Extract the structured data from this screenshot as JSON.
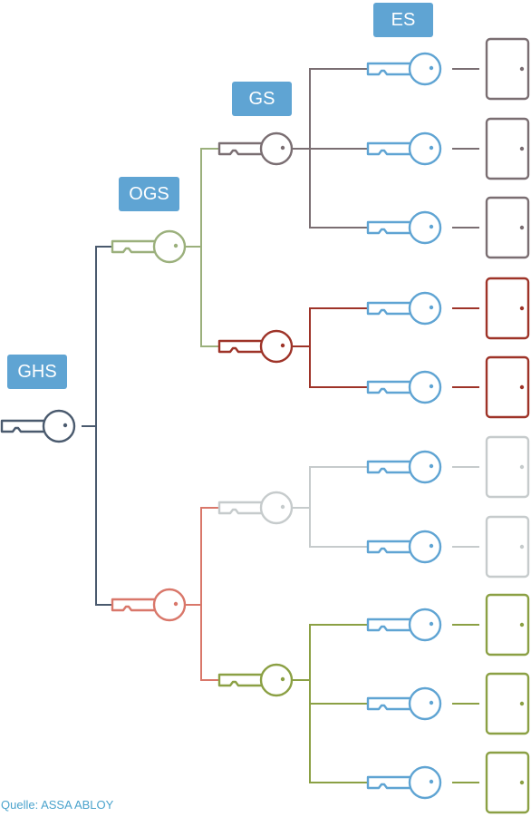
{
  "levels": {
    "ghs": "GHS",
    "ogs": "OGS",
    "gs": "GS",
    "es": "ES"
  },
  "source": "Quelle: ASSA ABLOY",
  "colors": {
    "badge": "#5fa4d3",
    "badge_text": "#ffffff",
    "ghs_key": "#4a5a6e",
    "ogs_key_top": "#9bb07c",
    "ogs_key_bottom": "#d9776a",
    "gs_key_1": "#7a6e72",
    "gs_key_2": "#9e3328",
    "gs_key_3": "#c6cbcc",
    "gs_key_4": "#8ba044",
    "es_key": "#5fa4d3",
    "source_text": "#4aa3cc"
  },
  "icons": {
    "key": "key-icon",
    "door": "door-icon"
  }
}
